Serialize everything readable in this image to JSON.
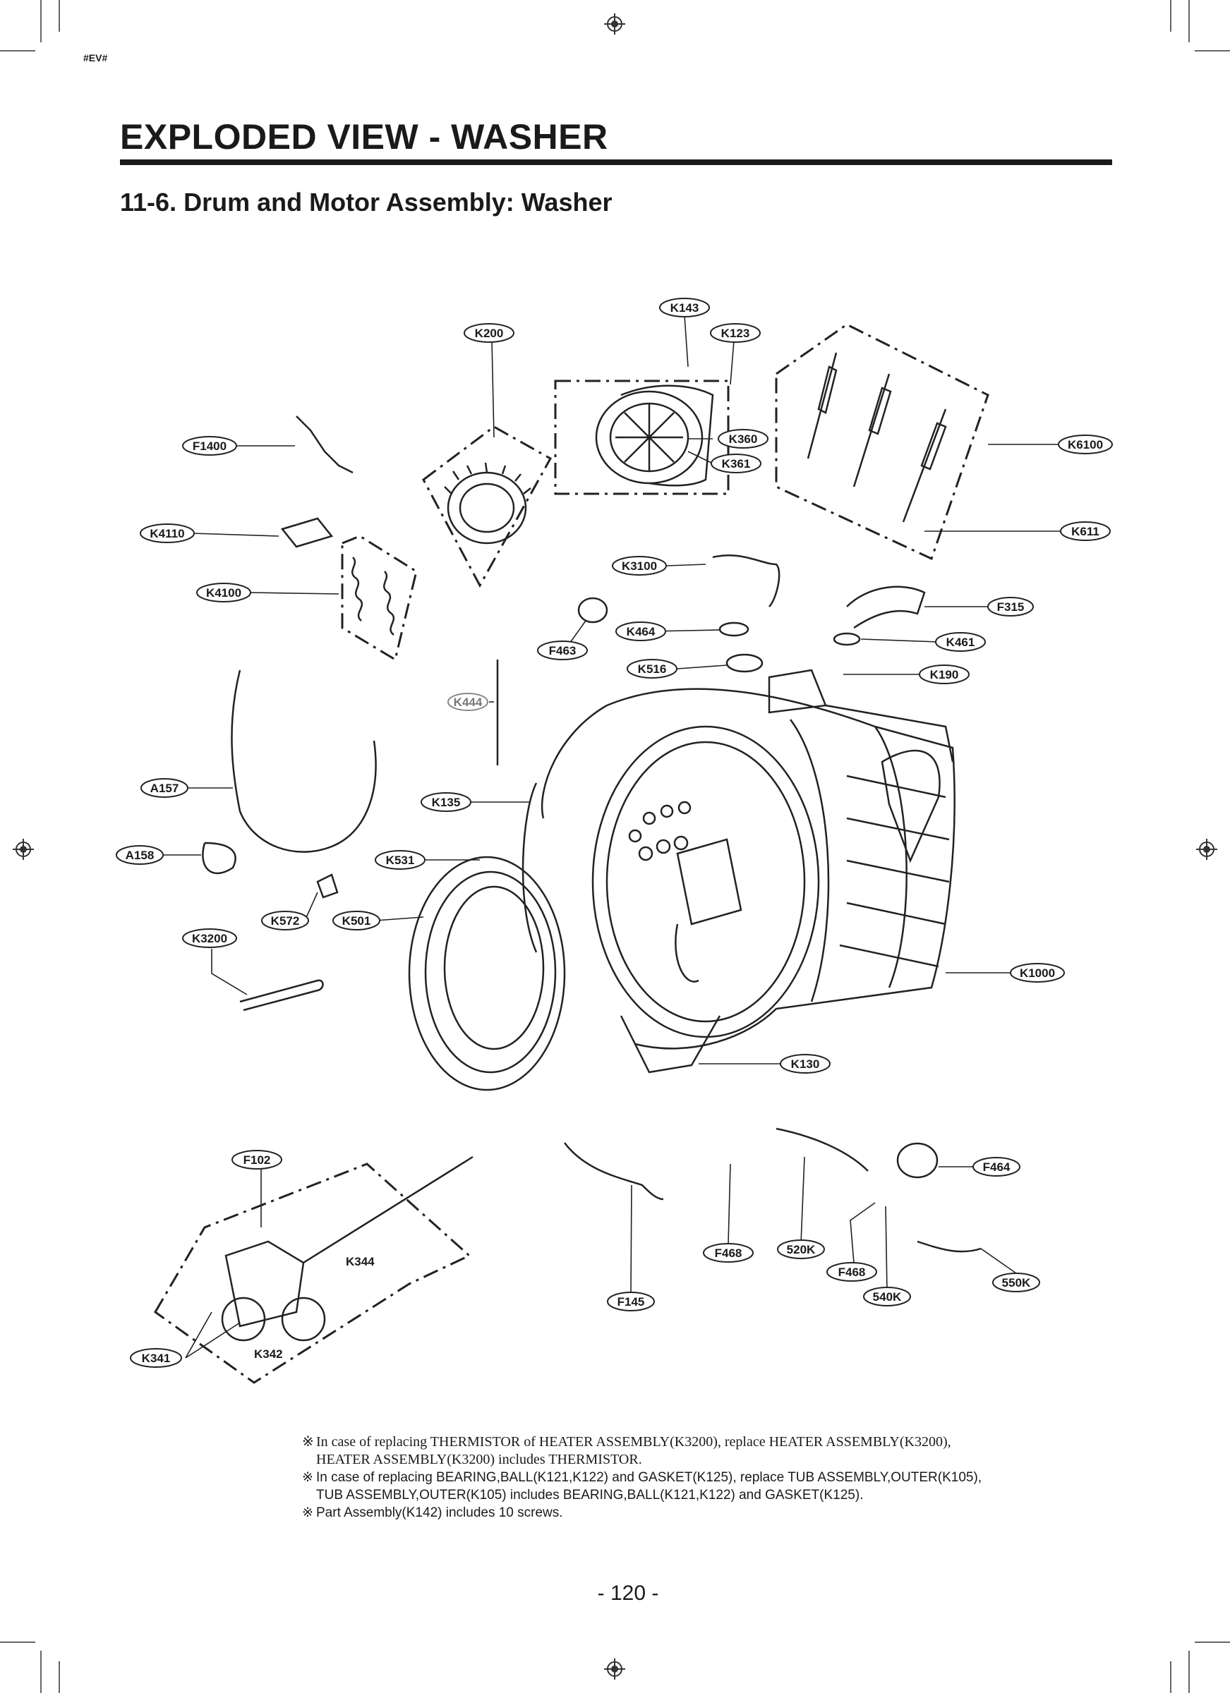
{
  "page_tag": "#EV#",
  "title": "EXPLODED VIEW - WASHER",
  "subtitle": "11-6. Drum and Motor Assembly: Washer",
  "labels": {
    "K143": "K143",
    "K200": "K200",
    "K123": "K123",
    "F1400": "F1400",
    "K360": "K360",
    "K361": "K361",
    "K6100": "K6100",
    "K4110": "K4110",
    "K611": "K611",
    "K3100": "K3100",
    "K4100": "K4100",
    "F315": "F315",
    "K464": "K464",
    "K461": "K461",
    "F463": "F463",
    "K516": "K516",
    "K190": "K190",
    "K444": "K444",
    "A157": "A157",
    "K135": "K135",
    "A158": "A158",
    "K531": "K531",
    "K572": "K572",
    "K501": "K501",
    "K3200": "K3200",
    "K1000": "K1000",
    "K130": "K130",
    "F102": "F102",
    "F464": "F464",
    "K344": "K344",
    "F468a": "F468",
    "F468b": "F468",
    "520K": "520K",
    "550K": "550K",
    "540K": "540K",
    "F145": "F145",
    "K341": "K341",
    "K342": "K342"
  },
  "notes": [
    "In case of replacing THERMISTOR of HEATER ASSEMBLY(K3200), replace HEATER ASSEMBLY(K3200),",
    "HEATER ASSEMBLY(K3200) includes THERMISTOR.",
    "In case of replacing BEARING,BALL(K121,K122) and GASKET(K125), replace TUB ASSEMBLY,OUTER(K105),",
    "TUB ASSEMBLY,OUTER(K105) includes BEARING,BALL(K121,K122) and GASKET(K125).",
    "Part Assembly(K142) includes 10 screws."
  ],
  "note_mark": "※",
  "page_number": "- 120 -",
  "icons": [
    "registration-mark-icon",
    "crop-mark-icon"
  ]
}
